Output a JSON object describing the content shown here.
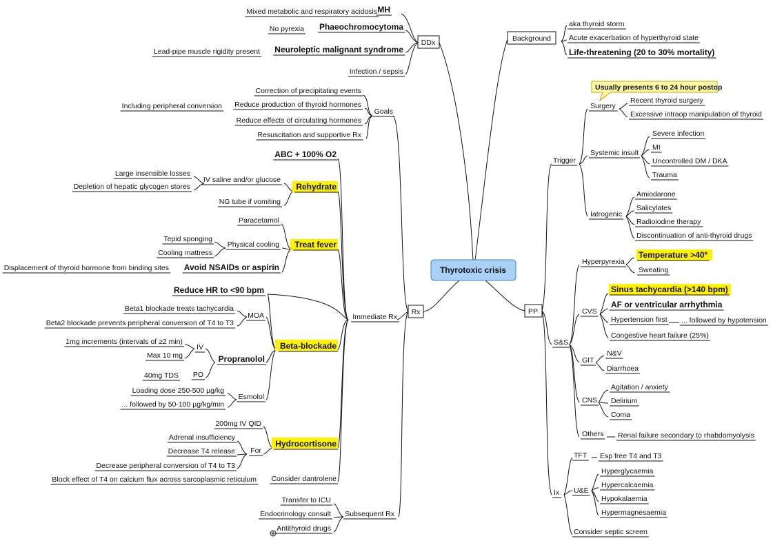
{
  "central": "Thyrotoxic crisis",
  "colors": {
    "central_fill": "#a9d1f7",
    "central_stroke": "#4a7fb5",
    "highlight": "#fff200",
    "callout_fill": "#fffaa8"
  },
  "ddx": {
    "label": "DDx",
    "mh": "MH",
    "mh_note": "Mixed metabolic and respiratory acidosis",
    "phaeo": "Phaeochromocytoma",
    "phaeo_note": "No pyrexia",
    "nms": "Neuroleptic malignant syndrome",
    "nms_note": "Lead-pipe muscle rigidity present",
    "infection": "Infection / sepsis"
  },
  "rx": {
    "label": "Rx",
    "goals": {
      "label": "Goals",
      "items": [
        "Correction of precipitating events",
        "Reduce production of thyroid hormones",
        "Reduce effects of circulating hormones",
        "Resuscitation and supportive Rx"
      ],
      "conversion": "Including peripheral conversion"
    },
    "immediate": {
      "label": "Immediate Rx",
      "abc": "ABC + 100% O2",
      "rehydrate": "Rehydrate",
      "iv_saline": "IV saline and/or glucose",
      "losses": "Large insensible losses",
      "glycogen": "Depletion of hepatic glycogen stores",
      "ng": "NG tube if vomiting",
      "treat_fever": "Treat fever",
      "paracetamol": "Paracetamol",
      "physical_cooling": "Physical cooling",
      "tepid": "Tepid sponging",
      "mattress": "Cooling mattress",
      "nsaids": "Avoid NSAIDs or aspirin",
      "displacement": "Displacement of thyroid hormone from binding sites",
      "reduce_hr": "Reduce HR to <90 bpm",
      "beta_blockade": "Beta-blockade",
      "moa": "MOA",
      "beta1": "Beta1 blockade treats tachycardia",
      "beta2": "Beta2 blockade prevents peripheral conversion of T4 to T3",
      "propranolol": "Propranolol",
      "iv": "IV",
      "increments": "1mg increments (intervals of ≥2 min)",
      "max": "Max 10 mg",
      "po": "PO",
      "tds": "40mg TDS",
      "esmolol": "Esmolol",
      "loading": "Loading dose 250-500 µg/kg",
      "followed": "... followed by 50-100 µg/kg/min",
      "hydrocortisone": "Hydrocortisone",
      "qid": "200mg IV QID",
      "for": "For",
      "adrenal": "Adrenal insufficiency",
      "t4_release": "Decrease T4 release",
      "conversion": "Decrease peripheral conversion of T4 to T3",
      "dantrolene": "Consider dantrolene",
      "calcium": "Block effect of T4 on calcium flux across sarcoplasmic reticulum"
    },
    "subsequent": {
      "label": "Subsequent Rx",
      "icu": "Transfer to ICU",
      "endo": "Endocrinology consult",
      "antithyroid": "Antithyroid drugs"
    }
  },
  "background": {
    "label": "Background",
    "storm": "aka thyroid storm",
    "acute": "Acute exacerbation of hyperthyroid state",
    "life": "Life-threatening (20 to 30% mortality)"
  },
  "pp": {
    "label": "PP",
    "trigger": {
      "label": "Trigger",
      "callout": "Usually presents 6 to 24 hour postop",
      "surgery": "Surgery",
      "recent": "Recent thyroid surgery",
      "excessive": "Excessive intraop manipulation of thyroid",
      "systemic": "Systemic insult",
      "infection": "Severe infection",
      "mi": "MI",
      "dm": "Uncontrolled DM / DKA",
      "trauma": "Trauma",
      "iatrogenic": "Iatrogenic",
      "amiodarone": "Amiodarone",
      "salicylates": "Salicylates",
      "radioiodine": "Radioiodine therapy",
      "discontinuation": "Discontinuation of anti-thyroid drugs"
    },
    "ss": {
      "label": "S&S",
      "hyperpyrexia": "Hyperpyrexia",
      "temp": "Temperature >40º",
      "sweating": "Sweating",
      "cvs": "CVS",
      "sinus": "Sinus tachycardia (>140 bpm)",
      "af": "AF or ventricular arrhythmia",
      "htn": "Hypertension first",
      "hypotension": "... followed by hypotension",
      "chf": "Congestive heart failure (25%)",
      "git": "GIT",
      "nv": "N&V",
      "diarrhoea": "Diarrhoea",
      "cns": "CNS",
      "agitation": "Agitation / anxiety",
      "delirium": "Delirium",
      "coma": "Coma",
      "others": "Others",
      "renal": "Renal failure secondary to rhabdomyolysis"
    },
    "ix": {
      "label": "Ix",
      "tft": "TFT",
      "free": "Esp free T4 and T3",
      "ue": "U&E",
      "glyc": "Hyperglycaemia",
      "calc": "Hypercalcaemia",
      "kal": "Hypokalaemia",
      "mag": "Hypermagnesaemia",
      "septic": "Consider septic screen"
    }
  }
}
